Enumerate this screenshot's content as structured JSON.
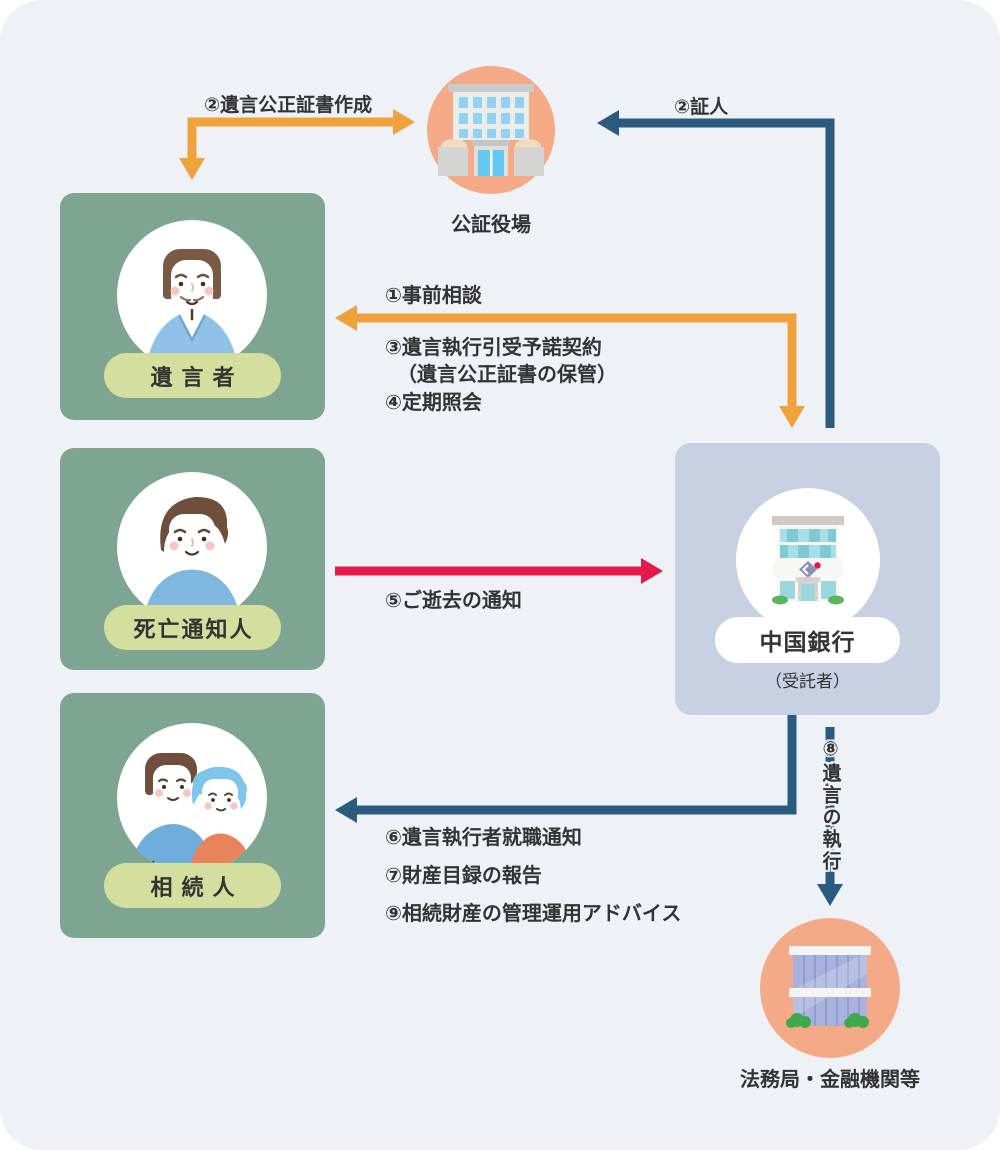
{
  "nodes": {
    "notary": {
      "name": "公証役場"
    },
    "testator": {
      "name": "遺言者"
    },
    "death_notifier": {
      "name": "死亡通知人"
    },
    "heirs": {
      "name": "相続人"
    },
    "bank": {
      "name": "中国銀行",
      "role": "（受託者）"
    },
    "legal_bureau": {
      "name": "法務局・金融機関等"
    }
  },
  "flow_labels": {
    "will_deed_creation": "②遺言公正証書作成",
    "witness": "②証人",
    "prior_consultation": "①事前相談",
    "execution_contract": "③遺言執行引受予諾契約",
    "deed_custody": "（遺言公正証書の保管）",
    "periodic_inquiry": "④定期照会",
    "death_notice": "⑤ご逝去の通知",
    "executor_notice": "⑥遺言執行者就職通知",
    "inventory_report": "⑦財産目録の報告",
    "asset_mgmt_advice": "⑨相続財産の管理運用アドバイス",
    "will_execution": "⑧遺言の執行"
  },
  "colors": {
    "background": "#EEF1F6",
    "panel_green": "#7EA492",
    "pill_green": "#D4DF9F",
    "panel_blue": "#C8D1E2",
    "circle_peach": "#F5AA87",
    "arrow_orange": "#EFA23B",
    "arrow_blue": "#2B5C80",
    "arrow_red": "#E6194B",
    "text": "#333333"
  }
}
